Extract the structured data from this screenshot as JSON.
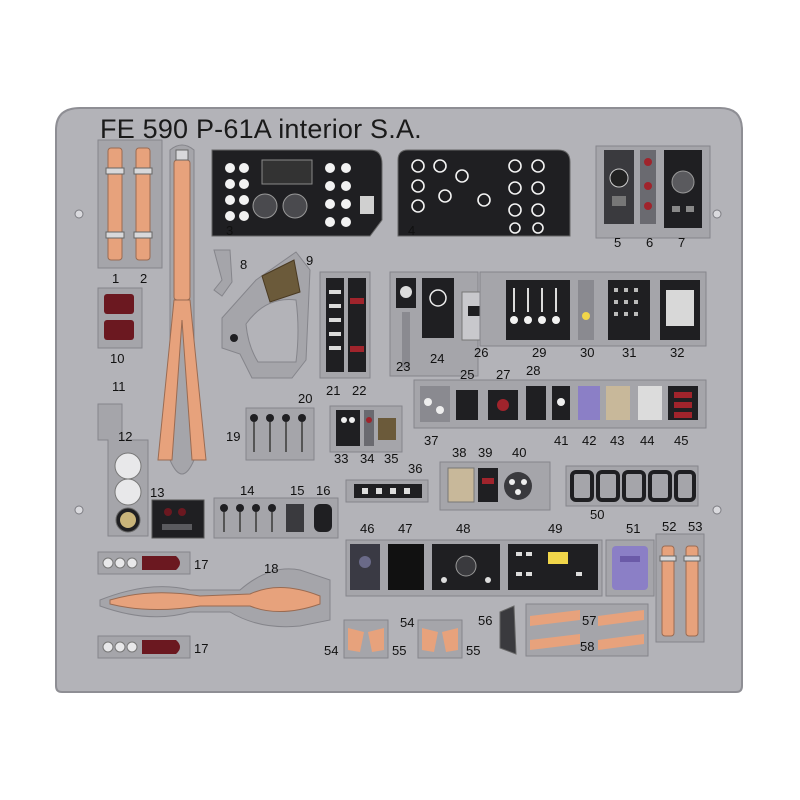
{
  "sheet": {
    "title": "FE 590 P-61A interior S.A.",
    "colors": {
      "fret": "#b3b3b8",
      "fret_edge": "#8e8e94",
      "belt": "#e7a27c",
      "panel": "#1f1f22",
      "dial": "#f2f2f2",
      "red": "#6b1820",
      "purple": "#8b7fc6",
      "yellow": "#f1d64a"
    }
  },
  "labels": {
    "p1": "1",
    "p2": "2",
    "p3": "3",
    "p4": "4",
    "p5": "5",
    "p6": "6",
    "p7": "7",
    "p8": "8",
    "p9": "9",
    "p10": "10",
    "p11": "11",
    "p12": "12",
    "p13": "13",
    "p14": "14",
    "p15": "15",
    "p16": "16",
    "p17a": "17",
    "p17b": "17",
    "p18": "18",
    "p19": "19",
    "p20": "20",
    "p21": "21",
    "p22": "22",
    "p23": "23",
    "p24": "24",
    "p25": "25",
    "p26": "26",
    "p27": "27",
    "p28": "28",
    "p29": "29",
    "p30": "30",
    "p31": "31",
    "p32": "32",
    "p33": "33",
    "p34": "34",
    "p35": "35",
    "p36": "36",
    "p37": "37",
    "p38": "38",
    "p39": "39",
    "p40": "40",
    "p41": "41",
    "p42": "42",
    "p43": "43",
    "p44": "44",
    "p45": "45",
    "p46": "46",
    "p47": "47",
    "p48": "48",
    "p49": "49",
    "p50": "50",
    "p51": "51",
    "p52": "52",
    "p53": "53",
    "p54a": "54",
    "p54b": "54",
    "p55a": "55",
    "p55b": "55",
    "p56": "56",
    "p57": "57",
    "p58": "58"
  }
}
